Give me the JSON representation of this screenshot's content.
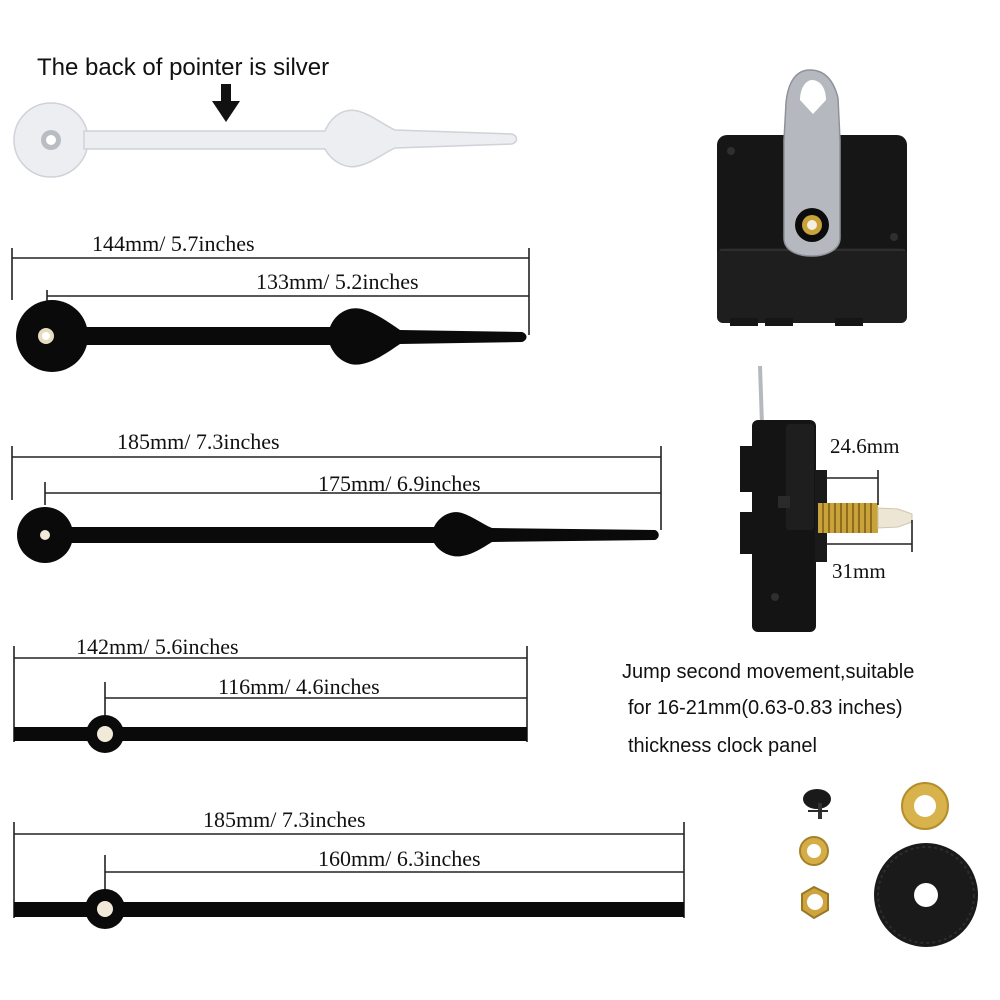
{
  "header": {
    "silver_note": "The back of pointer is silver"
  },
  "hands": [
    {
      "name": "hour-hand-short",
      "total": "144mm/ 5.7inches",
      "partial": "133mm/ 5.2inches"
    },
    {
      "name": "minute-hand-long",
      "total": "185mm/ 7.3inches",
      "partial": "175mm/ 6.9inches"
    },
    {
      "name": "second-hand-short",
      "total": "142mm/ 5.6inches",
      "partial": "116mm/ 4.6inches"
    },
    {
      "name": "second-hand-long",
      "total": "185mm/ 7.3inches",
      "partial": "160mm/ 6.3inches"
    }
  ],
  "movement": {
    "shaft_length_small": "24.6mm",
    "shaft_length_total": "31mm",
    "description_lines": [
      "Jump second movement,suitable",
      "for 16-21mm(0.63-0.83 inches)",
      "thickness clock panel"
    ]
  },
  "colors": {
    "hand": "#0a0a0a",
    "silver": "#e9eaee",
    "silver_edge": "#c9cbd0",
    "brass": "#c9a23a",
    "movement_body": "#151515",
    "hanger": "#b8bcc2"
  },
  "icons": [
    "down-arrow-icon"
  ]
}
